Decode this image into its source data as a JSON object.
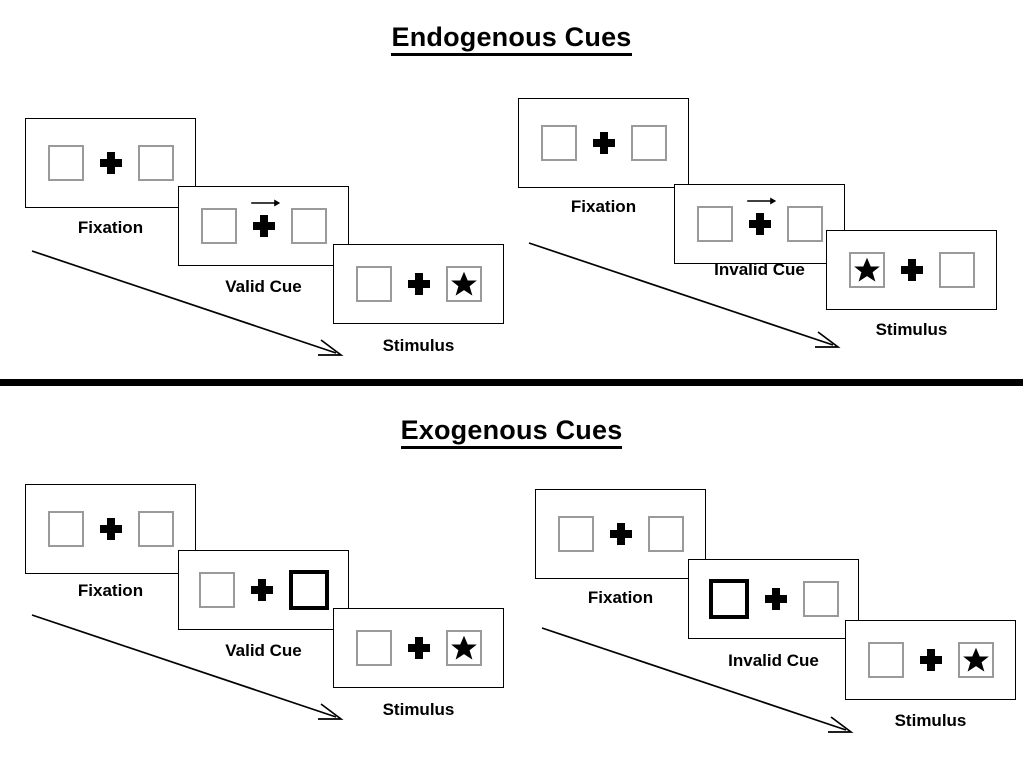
{
  "figure": {
    "type": "experimental-paradigm-diagram",
    "sections": [
      {
        "id": "endogenous",
        "title": "Endogenous Cues",
        "cue_type": "central arrow cue",
        "sequences": [
          {
            "id": "endogenous-valid",
            "validity": "valid",
            "frames": [
              {
                "caption": "Fixation",
                "left_box": "empty",
                "right_box": "empty",
                "center": "plus",
                "arrow": "none"
              },
              {
                "caption": "Valid Cue",
                "left_box": "empty",
                "right_box": "empty",
                "center": "plus",
                "arrow": "right-arrow-icon"
              },
              {
                "caption": "Stimulus",
                "left_box": "empty",
                "right_box": "star",
                "center": "plus",
                "arrow": "none"
              }
            ]
          },
          {
            "id": "endogenous-invalid",
            "validity": "invalid",
            "frames": [
              {
                "caption": "Fixation",
                "left_box": "empty",
                "right_box": "empty",
                "center": "plus",
                "arrow": "none"
              },
              {
                "caption": "Invalid Cue",
                "left_box": "empty",
                "right_box": "empty",
                "center": "plus",
                "arrow": "right-arrow-icon"
              },
              {
                "caption": "Stimulus",
                "left_box": "star",
                "right_box": "empty",
                "center": "plus",
                "arrow": "none"
              }
            ]
          }
        ]
      },
      {
        "id": "exogenous",
        "title": "Exogenous Cues",
        "cue_type": "peripheral box highlight cue",
        "sequences": [
          {
            "id": "exogenous-valid",
            "validity": "valid",
            "frames": [
              {
                "caption": "Fixation",
                "left_box": "empty",
                "right_box": "empty",
                "center": "plus",
                "arrow": "none"
              },
              {
                "caption": "Valid Cue",
                "left_box": "empty",
                "right_box": "cued",
                "center": "plus",
                "arrow": "none"
              },
              {
                "caption": "Stimulus",
                "left_box": "empty",
                "right_box": "star",
                "center": "plus",
                "arrow": "none"
              }
            ]
          },
          {
            "id": "exogenous-invalid",
            "validity": "invalid",
            "frames": [
              {
                "caption": "Fixation",
                "left_box": "empty",
                "right_box": "empty",
                "center": "plus",
                "arrow": "none"
              },
              {
                "caption": "Invalid Cue",
                "left_box": "cued",
                "right_box": "empty",
                "center": "plus",
                "arrow": "none"
              },
              {
                "caption": "Stimulus",
                "left_box": "empty",
                "right_box": "star",
                "center": "plus",
                "arrow": "none"
              }
            ]
          }
        ]
      }
    ],
    "flow_arrows": [
      {
        "name": "time-flow-arrow-endogenous-valid",
        "direction": "down-right"
      },
      {
        "name": "time-flow-arrow-endogenous-invalid",
        "direction": "down-right"
      },
      {
        "name": "time-flow-arrow-exogenous-valid",
        "direction": "down-right"
      },
      {
        "name": "time-flow-arrow-exogenous-invalid",
        "direction": "down-right"
      }
    ],
    "colors": {
      "background": "#ffffff",
      "ink": "#000000",
      "box_border": "#9a9a9a",
      "cued_box_border": "#000000"
    }
  }
}
